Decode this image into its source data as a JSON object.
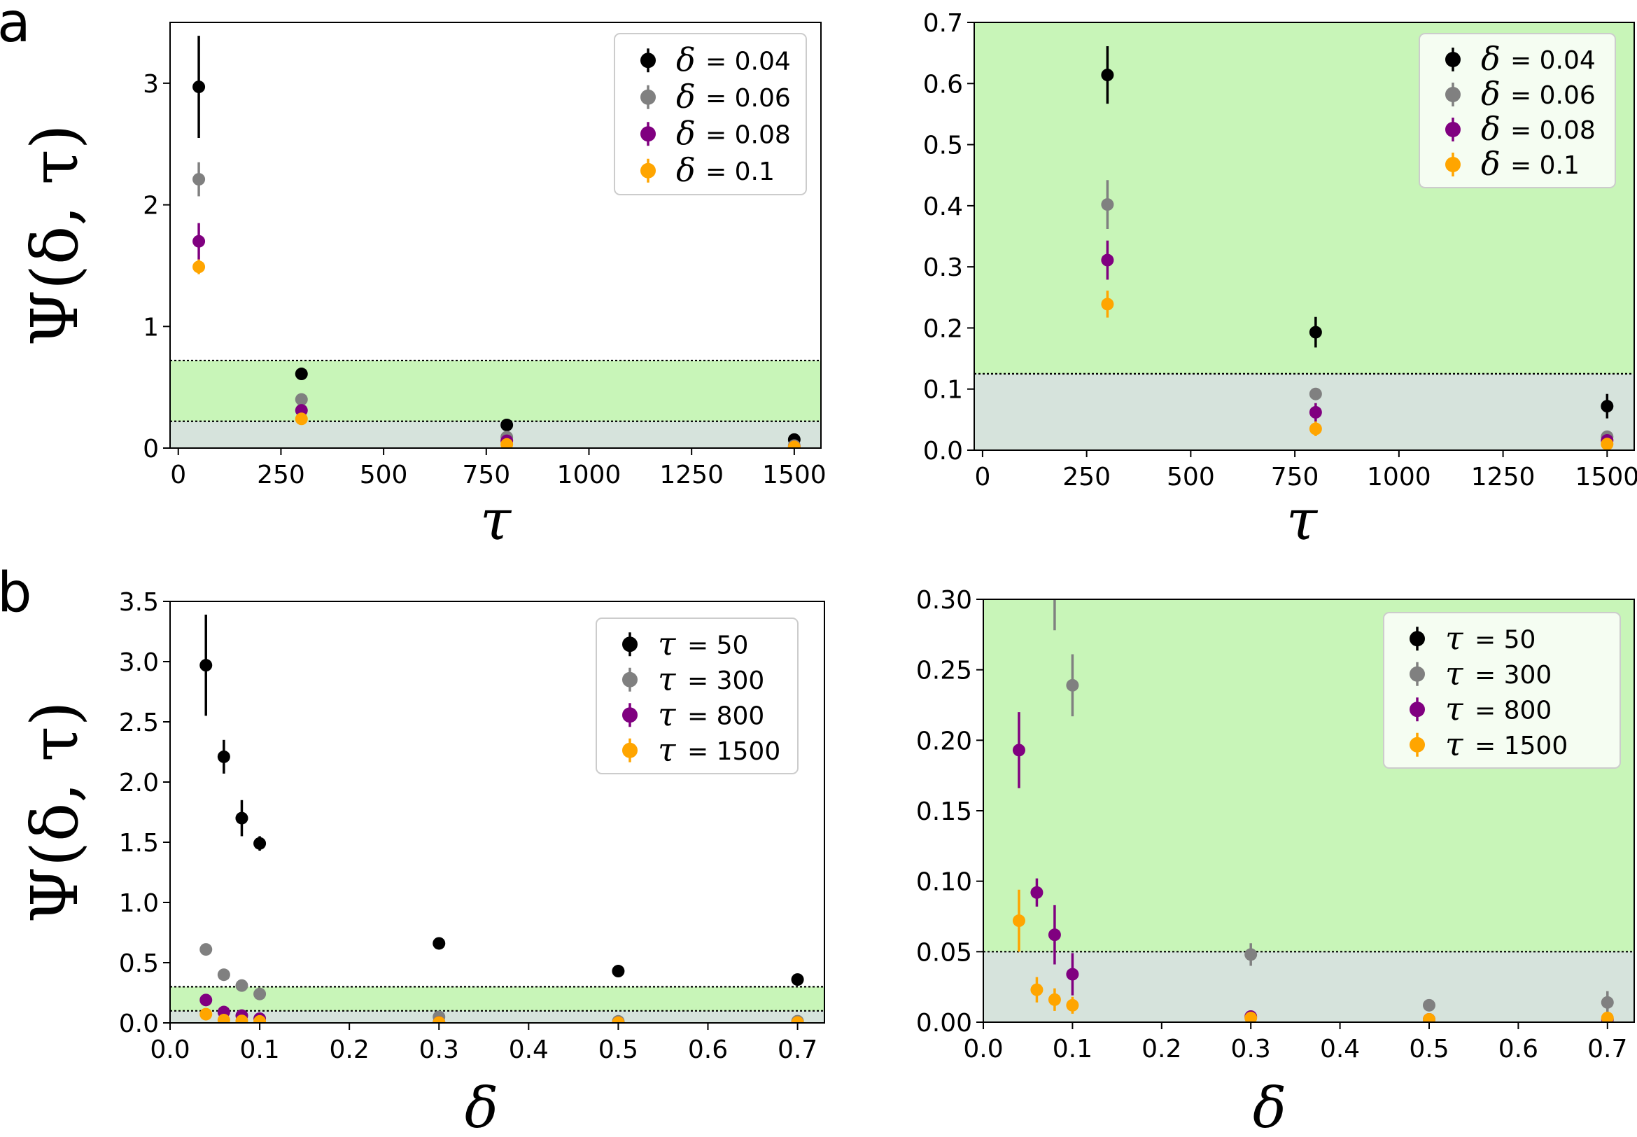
{
  "panel_labels": [
    "a",
    "b"
  ],
  "colors": {
    "black": "#000000",
    "gray": "#808080",
    "purple": "#800080",
    "orange": "#FFA500",
    "band_green": "#c8f5b8",
    "band_gray": "#d6e3dc"
  },
  "chart_data": [
    {
      "type": "scatter",
      "panel": "a",
      "xlabel": "τ",
      "ylabel": "Ψ(δ, τ)",
      "xlim": [
        -20,
        1565
      ],
      "ylim": [
        0,
        3.5
      ],
      "xticks": [
        0,
        250,
        500,
        750,
        1000,
        1250,
        1500
      ],
      "xtick_labels": [
        "0",
        "250",
        "500",
        "750",
        "1000",
        "1250",
        "1500"
      ],
      "yticks": [
        0,
        1,
        2,
        3
      ],
      "ytick_labels": [
        "0",
        "1",
        "2",
        "3"
      ],
      "legend": "top-right",
      "legend_symbol": "δ",
      "bands": [
        {
          "from": 0,
          "to": 0.22,
          "color": "band_gray"
        },
        {
          "from": 0.22,
          "to": 0.72,
          "color": "band_green"
        }
      ],
      "dotted_lines": [
        0.22,
        0.72
      ],
      "series": [
        {
          "name": "= 0.04",
          "color": "black",
          "x": [
            50,
            300,
            800,
            1500
          ],
          "y": [
            2.97,
            0.61,
            0.19,
            0.07
          ],
          "err": [
            0.42,
            0.02,
            0.02,
            0.02
          ]
        },
        {
          "name": "= 0.06",
          "color": "gray",
          "x": [
            50,
            300,
            800,
            1500
          ],
          "y": [
            2.21,
            0.4,
            0.09,
            0.02
          ],
          "err": [
            0.14,
            0.04,
            0.01,
            0.01
          ]
        },
        {
          "name": "= 0.08",
          "color": "purple",
          "x": [
            50,
            300,
            800,
            1500
          ],
          "y": [
            1.7,
            0.31,
            0.06,
            0.01
          ],
          "err": [
            0.15,
            0.03,
            0.02,
            0.01
          ]
        },
        {
          "name": "= 0.1",
          "color": "orange",
          "x": [
            50,
            300,
            800,
            1500
          ],
          "y": [
            1.49,
            0.24,
            0.03,
            0.01
          ],
          "err": [
            0.06,
            0.02,
            0.01,
            0.005
          ]
        }
      ]
    },
    {
      "type": "scatter",
      "panel": "a-right",
      "xlabel": "τ",
      "ylabel": "",
      "xlim": [
        -20,
        1565
      ],
      "ylim": [
        0,
        0.7
      ],
      "xticks": [
        0,
        250,
        500,
        750,
        1000,
        1250,
        1500
      ],
      "xtick_labels": [
        "0",
        "250",
        "500",
        "750",
        "1000",
        "1250",
        "1500"
      ],
      "yticks": [
        0,
        0.1,
        0.2,
        0.3,
        0.4,
        0.5,
        0.6,
        0.7
      ],
      "ytick_labels": [
        "0.0",
        "0.1",
        "0.2",
        "0.3",
        "0.4",
        "0.5",
        "0.6",
        "0.7"
      ],
      "legend": "top-right",
      "legend_symbol": "δ",
      "bands": [
        {
          "from": 0,
          "to": 0.125,
          "color": "band_gray"
        },
        {
          "from": 0.125,
          "to": 0.7,
          "color": "band_green"
        }
      ],
      "dotted_lines": [
        0.125
      ],
      "series": [
        {
          "name": "= 0.04",
          "color": "black",
          "x": [
            300,
            800,
            1500
          ],
          "y": [
            0.614,
            0.193,
            0.072
          ],
          "err": [
            0.047,
            0.025,
            0.02
          ]
        },
        {
          "name": "= 0.06",
          "color": "gray",
          "x": [
            300,
            800,
            1500
          ],
          "y": [
            0.402,
            0.092,
            0.022
          ],
          "err": [
            0.04,
            0.01,
            0.008
          ]
        },
        {
          "name": "= 0.08",
          "color": "purple",
          "x": [
            300,
            800,
            1500
          ],
          "y": [
            0.311,
            0.062,
            0.016
          ],
          "err": [
            0.032,
            0.015,
            0.006
          ]
        },
        {
          "name": "= 0.1",
          "color": "orange",
          "x": [
            300,
            800,
            1500
          ],
          "y": [
            0.239,
            0.035,
            0.01
          ],
          "err": [
            0.022,
            0.012,
            0.005
          ]
        }
      ]
    },
    {
      "type": "scatter",
      "panel": "b",
      "xlabel": "δ",
      "ylabel": "Ψ(δ, τ)",
      "xlim": [
        0,
        0.73
      ],
      "ylim": [
        0,
        3.5
      ],
      "xticks": [
        0.0,
        0.1,
        0.2,
        0.3,
        0.4,
        0.5,
        0.6,
        0.7
      ],
      "xtick_labels": [
        "0.0",
        "0.1",
        "0.2",
        "0.3",
        "0.4",
        "0.5",
        "0.6",
        "0.7"
      ],
      "yticks": [
        0,
        0.5,
        1.0,
        1.5,
        2.0,
        2.5,
        3.0,
        3.5
      ],
      "ytick_labels": [
        "0.0",
        "0.5",
        "1.0",
        "1.5",
        "2.0",
        "2.5",
        "3.0",
        "3.5"
      ],
      "legend": "top-right",
      "legend_symbol": "τ",
      "bands": [
        {
          "from": 0,
          "to": 0.1,
          "color": "band_gray"
        },
        {
          "from": 0.1,
          "to": 0.3,
          "color": "band_green"
        }
      ],
      "dotted_lines": [
        0.1,
        0.3
      ],
      "series": [
        {
          "name": "= 50",
          "color": "black",
          "x": [
            0.04,
            0.06,
            0.08,
            0.1,
            0.3,
            0.5,
            0.7
          ],
          "y": [
            2.97,
            2.21,
            1.7,
            1.49,
            0.66,
            0.43,
            0.36
          ],
          "err": [
            0.42,
            0.14,
            0.15,
            0.06,
            0.02,
            0.02,
            0.02
          ]
        },
        {
          "name": "= 300",
          "color": "gray",
          "x": [
            0.04,
            0.06,
            0.08,
            0.1,
            0.3,
            0.5,
            0.7
          ],
          "y": [
            0.61,
            0.4,
            0.31,
            0.24,
            0.05,
            0.013,
            0.014
          ],
          "err": [
            0.02,
            0.02,
            0.02,
            0.02,
            0.008,
            0.004,
            0.008
          ]
        },
        {
          "name": "= 800",
          "color": "purple",
          "x": [
            0.04,
            0.06,
            0.08,
            0.1,
            0.3,
            0.5,
            0.7
          ],
          "y": [
            0.19,
            0.09,
            0.06,
            0.035,
            0.004,
            0.002,
            0.002
          ],
          "err": [
            0.03,
            0.01,
            0.02,
            0.015,
            0.002,
            0.001,
            0.001
          ]
        },
        {
          "name": "= 1500",
          "color": "orange",
          "x": [
            0.04,
            0.06,
            0.08,
            0.1,
            0.3,
            0.5,
            0.7
          ],
          "y": [
            0.072,
            0.023,
            0.016,
            0.012,
            0.003,
            0.002,
            0.003
          ],
          "err": [
            0.02,
            0.01,
            0.008,
            0.006,
            0.001,
            0.001,
            0.001
          ]
        }
      ]
    },
    {
      "type": "scatter",
      "panel": "b-right",
      "xlabel": "δ",
      "ylabel": "",
      "xlim": [
        0,
        0.73
      ],
      "ylim": [
        0,
        0.3
      ],
      "xticks": [
        0.0,
        0.1,
        0.2,
        0.3,
        0.4,
        0.5,
        0.6,
        0.7
      ],
      "xtick_labels": [
        "0.0",
        "0.1",
        "0.2",
        "0.3",
        "0.4",
        "0.5",
        "0.6",
        "0.7"
      ],
      "yticks": [
        0,
        0.05,
        0.1,
        0.15,
        0.2,
        0.25,
        0.3
      ],
      "ytick_labels": [
        "0.00",
        "0.05",
        "0.10",
        "0.15",
        "0.20",
        "0.25",
        "0.30"
      ],
      "legend": "top-right",
      "legend_symbol": "τ",
      "bands": [
        {
          "from": 0,
          "to": 0.05,
          "color": "band_gray"
        },
        {
          "from": 0.05,
          "to": 0.3,
          "color": "band_green"
        }
      ],
      "dotted_lines": [
        0.05
      ],
      "series": [
        {
          "name": "= 50",
          "color": "black",
          "x": [],
          "y": [],
          "err": []
        },
        {
          "name": "= 300",
          "color": "gray",
          "x": [
            0.08,
            0.1,
            0.3,
            0.5,
            0.7
          ],
          "y": [
            0.31,
            0.239,
            0.048,
            0.012,
            0.014
          ],
          "err": [
            0.032,
            0.022,
            0.008,
            0.004,
            0.008
          ]
        },
        {
          "name": "= 800",
          "color": "purple",
          "x": [
            0.04,
            0.06,
            0.08,
            0.1,
            0.3,
            0.5,
            0.7
          ],
          "y": [
            0.193,
            0.092,
            0.062,
            0.034,
            0.004,
            0.002,
            0.002
          ],
          "err": [
            0.027,
            0.01,
            0.021,
            0.015,
            0.002,
            0.001,
            0.001
          ]
        },
        {
          "name": "= 1500",
          "color": "orange",
          "x": [
            0.04,
            0.06,
            0.08,
            0.1,
            0.3,
            0.5,
            0.7
          ],
          "y": [
            0.072,
            0.023,
            0.016,
            0.012,
            0.003,
            0.002,
            0.003
          ],
          "err": [
            0.022,
            0.009,
            0.008,
            0.006,
            0.001,
            0.001,
            0.001
          ]
        }
      ]
    }
  ]
}
